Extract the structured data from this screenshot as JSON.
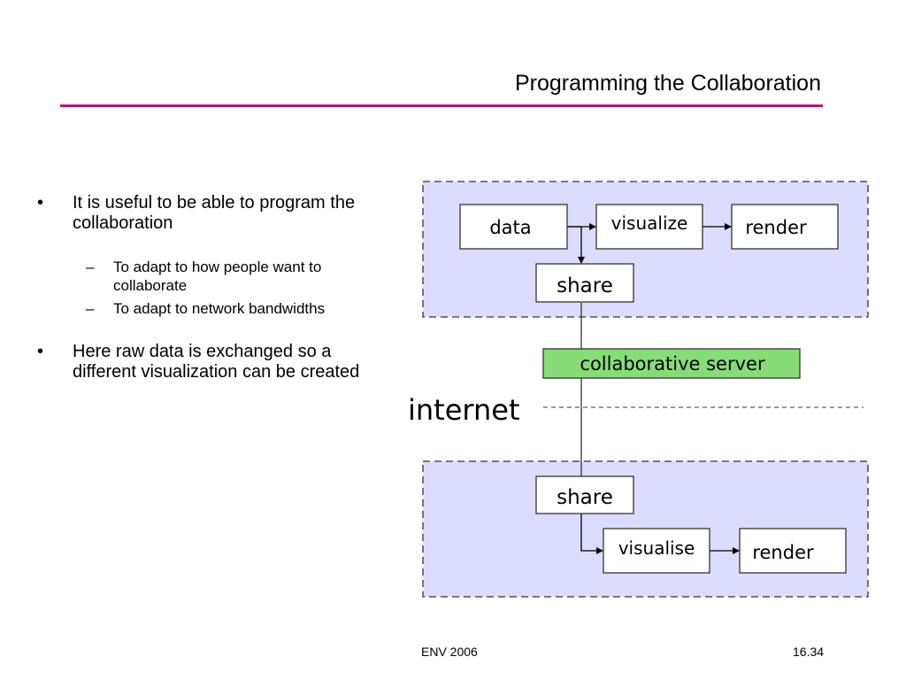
{
  "slide": {
    "title": "Programming the Collaboration",
    "accent_color": "#c0107a"
  },
  "bullets": [
    {
      "text": "It is useful to be able to program the collaboration",
      "sub": [
        "To adapt to how people want to collaborate",
        "To adapt to network bandwidths"
      ]
    },
    {
      "text": "Here raw data is exchanged so a different visualization can be created",
      "sub": []
    }
  ],
  "bullet_symbol": "•",
  "dash_symbol": "–",
  "diagram": {
    "top_nodes": {
      "data": "data",
      "visualize": "visualize",
      "render": "render",
      "share": "share"
    },
    "server": "collaborative server",
    "network": "internet",
    "bottom_nodes": {
      "share": "share",
      "visualise": "visualise",
      "render": "render"
    },
    "colors": {
      "panel_fill": "#dcdcff",
      "server_fill": "#88dc78",
      "box_fill": "#ffffff",
      "line": "#333333"
    }
  },
  "footer": {
    "left": "ENV 2006",
    "right": "16.34"
  }
}
